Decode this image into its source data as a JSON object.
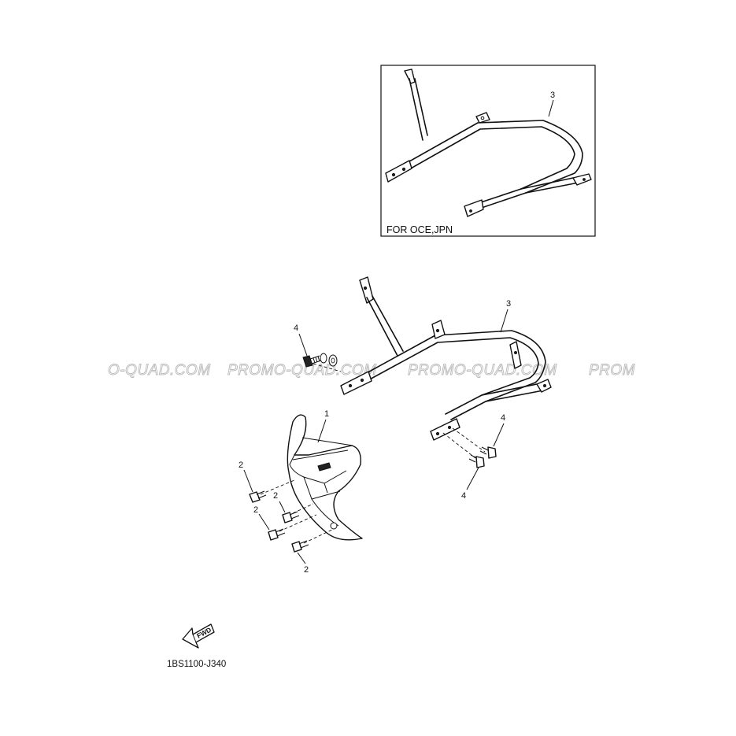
{
  "inset": {
    "note": "FOR OCE,JPN",
    "callout_part": "3"
  },
  "callouts": {
    "bracket": "1",
    "bolt_a": "2",
    "bolt_b": "2",
    "bolt_c": "2",
    "bolt_d": "2",
    "guard": "3",
    "bolt_left": "4",
    "bolt_right_top": "4",
    "bolt_right_bottom": "4"
  },
  "arrow_label": "FWD",
  "diagram_code": "1BS1100-J340",
  "watermark": {
    "partial_left": "O-QUAD.COM",
    "full_1": "PROMO-QUAD.COM",
    "full_2": "PROMO-QUAD.COM",
    "partial_right": "PROM"
  }
}
